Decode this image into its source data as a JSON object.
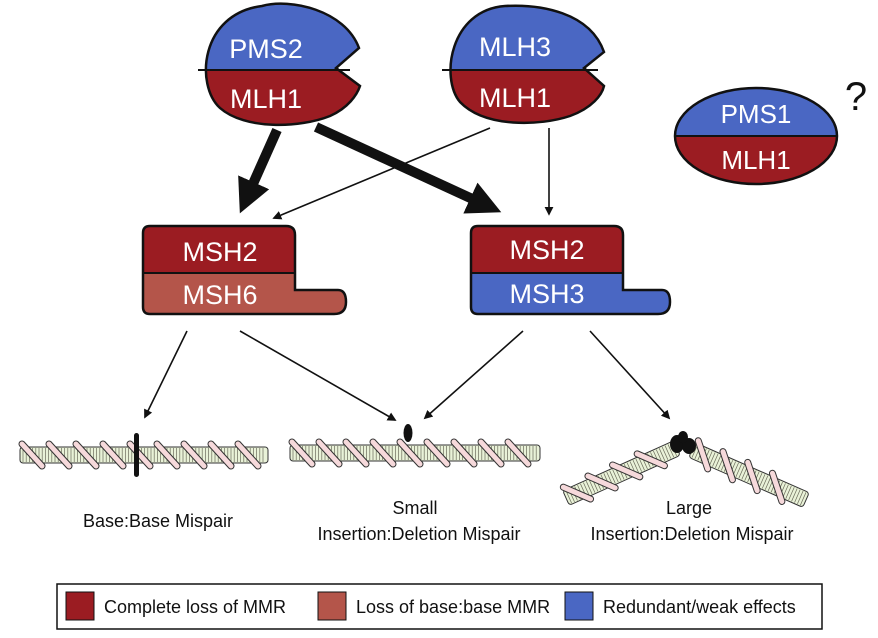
{
  "complexes": {
    "mutl_alpha": {
      "top": "PMS2",
      "bottom": "MLH1"
    },
    "mutl_gamma": {
      "top": "MLH3",
      "bottom": "MLH1"
    },
    "mutl_beta": {
      "top": "PMS1",
      "bottom": "MLH1",
      "note": "?"
    },
    "muts_alpha": {
      "top": "MSH2",
      "bottom": "MSH6"
    },
    "muts_beta": {
      "top": "MSH2",
      "bottom": "MSH3"
    }
  },
  "mispairs": {
    "base_base": [
      "Base:Base Mispair"
    ],
    "small_indel": [
      "Small",
      "Insertion:Deletion Mispair"
    ],
    "large_indel": [
      "Large",
      "Insertion:Deletion Mispair"
    ]
  },
  "legend": [
    {
      "label": "Complete loss of MMR",
      "color": "#9b1c22"
    },
    {
      "label": "Loss of base:base MMR",
      "color": "#b4554a"
    },
    {
      "label": "Redundant/weak effects",
      "color": "#4a67c3"
    }
  ],
  "colors": {
    "dark_red": "#9b1c22",
    "brick": "#b4554a",
    "blue": "#4a67c3",
    "dna_green": "#e9f2d8",
    "dna_pink": "#f6d9db"
  }
}
